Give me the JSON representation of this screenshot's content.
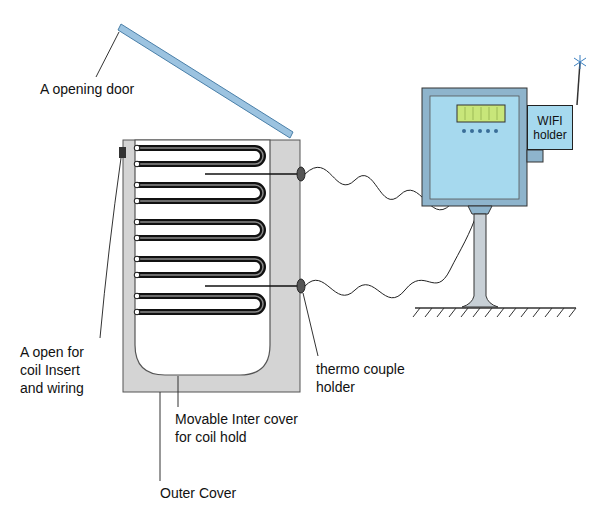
{
  "diagram": {
    "nodes": [
      {
        "text": [
          "WIFI holder"
        ]
      }
    ],
    "labels": [
      "A opening door",
      "A open for coil Insert and wiring",
      "thermo couple holder",
      "Movable Inter cover for coil hold",
      "Outer Cover"
    ]
  }
}
